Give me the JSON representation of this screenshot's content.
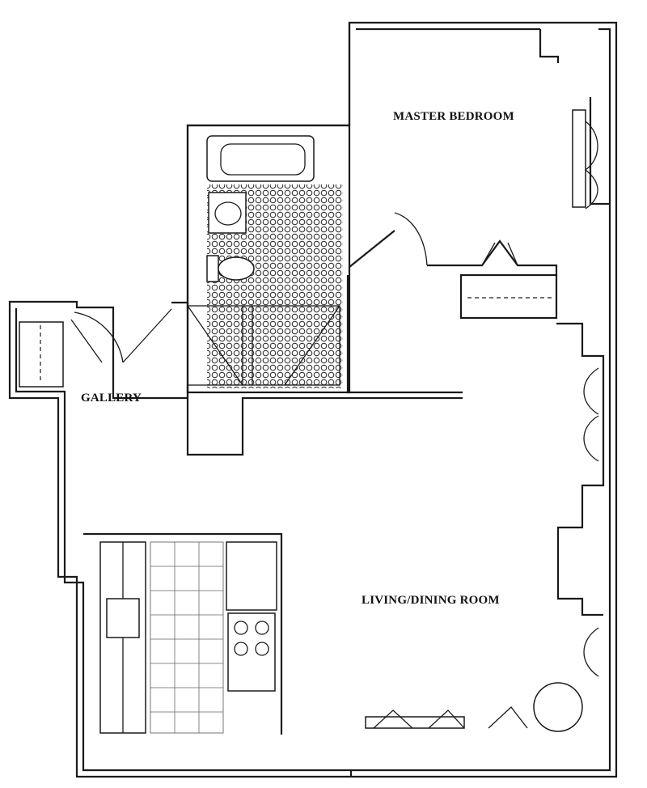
{
  "rooms": {
    "master_bedroom": "MASTER BEDROOM",
    "gallery": "GALLERY",
    "living_dining": "LIVING/DINING ROOM"
  },
  "colors": {
    "line": "#1a1a1a",
    "background": "#ffffff"
  }
}
